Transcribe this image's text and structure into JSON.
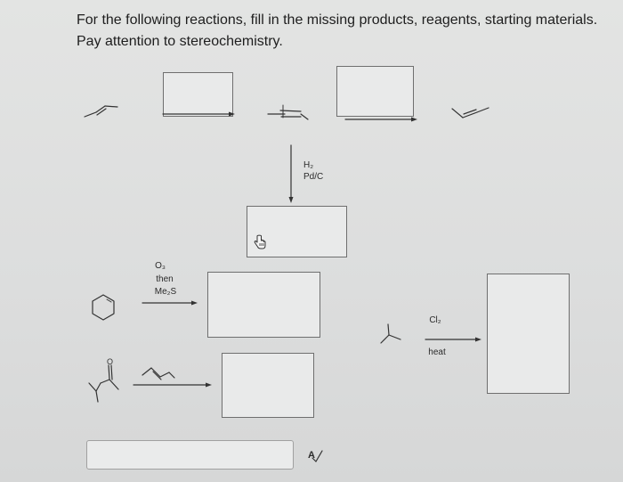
{
  "question": {
    "line1": "For the following reactions, fill in the missing products, reagents, starting materials.",
    "line2": "Pay attention to stereochemistry."
  },
  "reagents": {
    "hydrogenation": {
      "line1": "H₂",
      "line2": "Pd/C"
    },
    "ozonolysis": {
      "line1": "O₃",
      "line2": "then",
      "line3": "Me₂S"
    },
    "chlorination": {
      "above": "Cl₂",
      "below": "heat"
    }
  },
  "icons": {
    "cursor": "hand-pointer-icon",
    "spellcheck": "spellcheck-icon"
  },
  "colors": {
    "background": "#dcdddd",
    "box_border": "#6f6f6f",
    "line": "#333333"
  }
}
